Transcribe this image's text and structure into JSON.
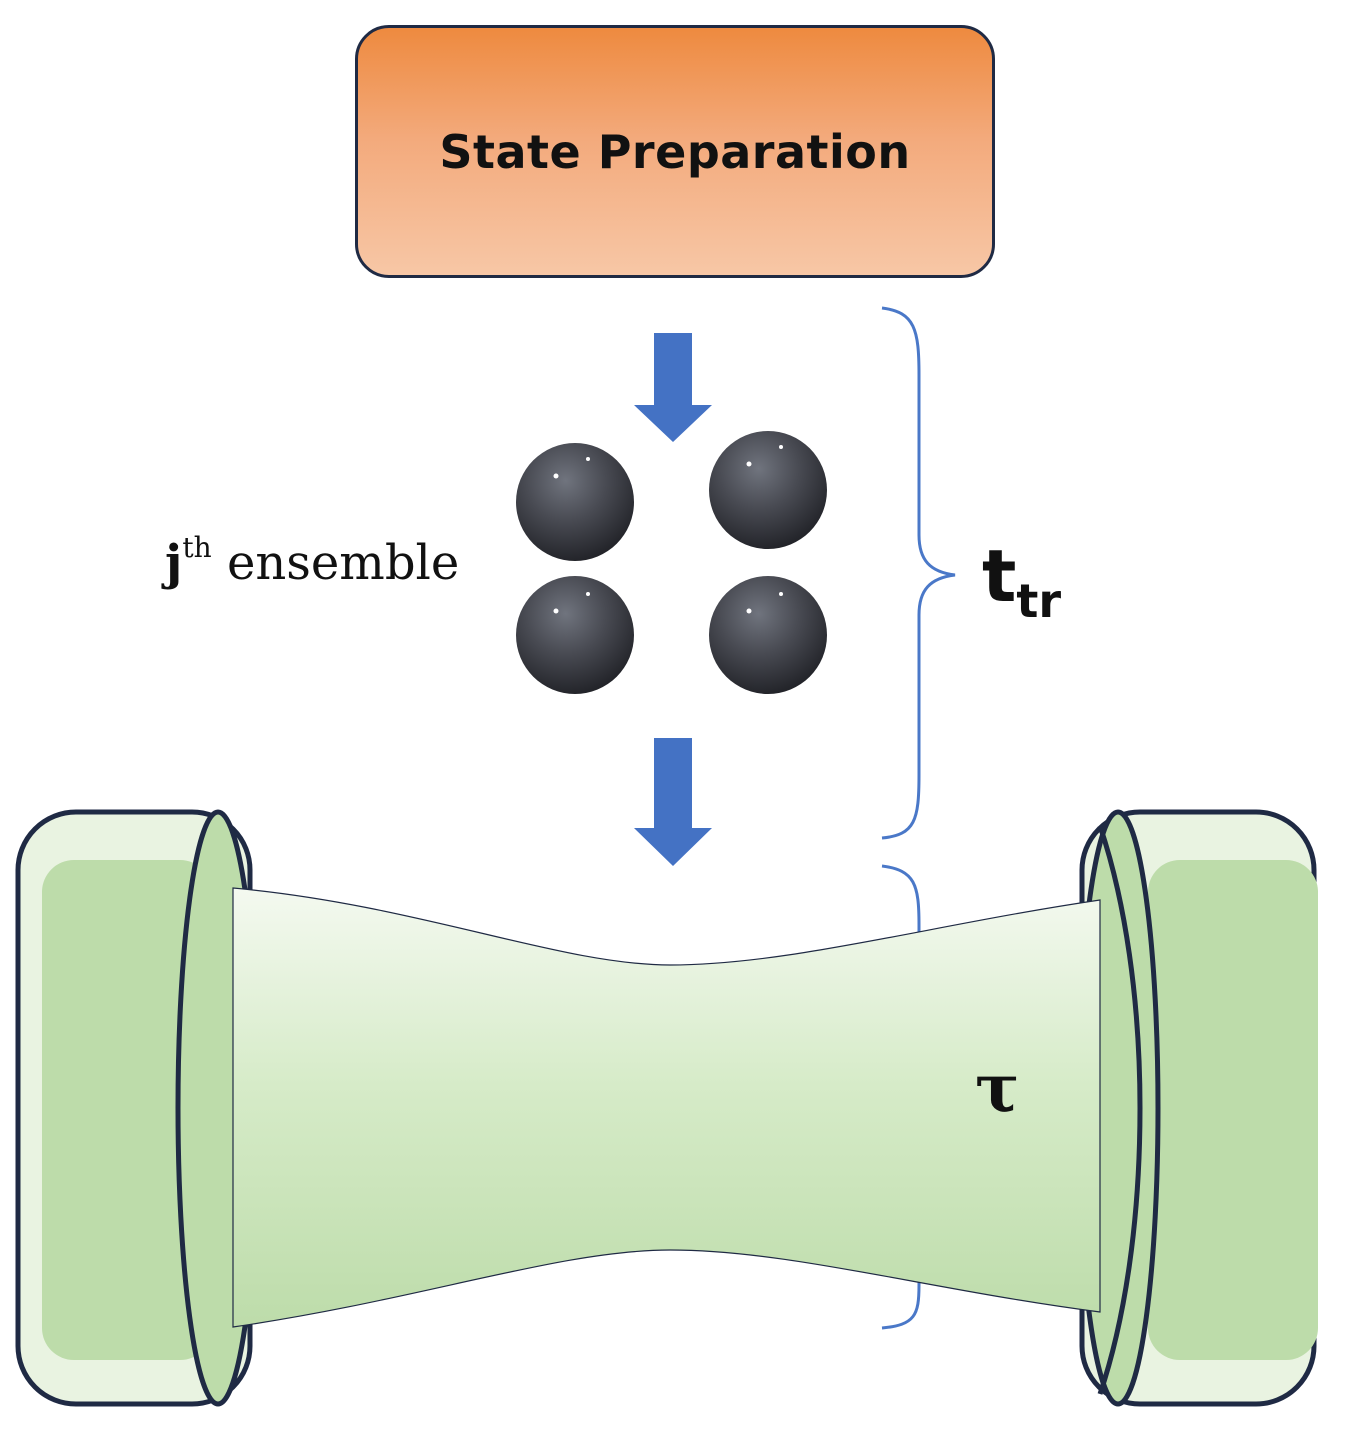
{
  "state_preparation": {
    "label": "State Preparation"
  },
  "ensemble": {
    "letter": "j",
    "superscript": "th",
    "word": "ensemble"
  },
  "transit_time": {
    "symbol": "t",
    "subscript": "tr"
  },
  "tau": {
    "symbol": "τ"
  },
  "colors": {
    "box_top": "#ee8a3f",
    "box_bottom": "#f7c7a6",
    "arrow": "#4472c4",
    "brace": "#4a78c8",
    "mirror": "#bddcaa",
    "outline": "#1f2a44",
    "atom": "#3c3d44"
  }
}
